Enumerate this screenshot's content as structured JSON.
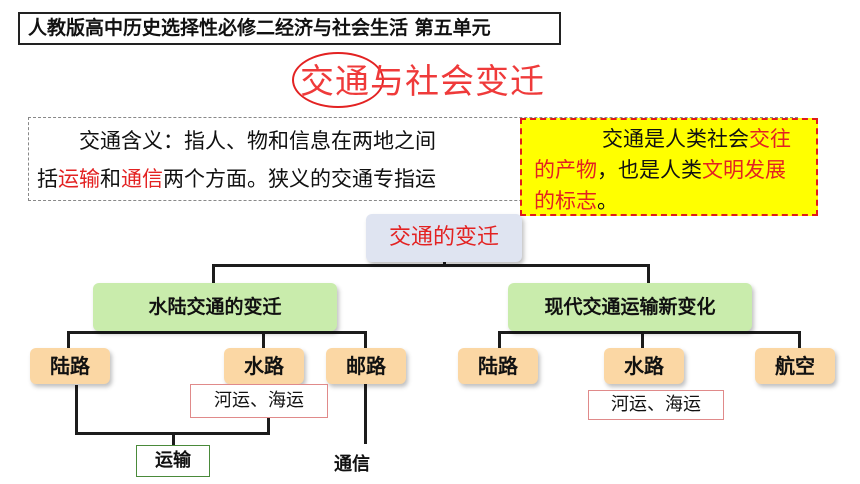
{
  "header": {
    "text": "人教版高中历史选择性必修二经济与社会生活 第五单元"
  },
  "title": "交通与社会变迁",
  "definition": {
    "line1": "交通含义：指人、物和信息在两地之间",
    "line2": {
      "part1": "括",
      "red1": "运输",
      "part2": "和",
      "red2": "通信",
      "part3": "两个方面。狭义的交通专指运"
    }
  },
  "callout": {
    "part1": "交通是人类社会",
    "red1": "交往的产物",
    "part2": "，也是人类",
    "red2": "文明发展的标志",
    "part3": "。"
  },
  "tree": {
    "root": "交通的变迁",
    "left": {
      "label": "水陆交通的变迁",
      "children": [
        "陆路",
        "水路",
        "邮路"
      ],
      "water_note": "河运、海运",
      "group_label": "运输",
      "post_label": "通信"
    },
    "right": {
      "label": "现代交通运输新变化",
      "children": [
        "陆路",
        "水路",
        "航空"
      ],
      "water_note": "河运、海运"
    }
  },
  "colors": {
    "accent_red": "#e32222",
    "root_fill": "#dfe4f1",
    "branch_fill": "#c9ecac",
    "leaf_fill": "#fbd7a4",
    "callout_fill": "#ffff00"
  }
}
